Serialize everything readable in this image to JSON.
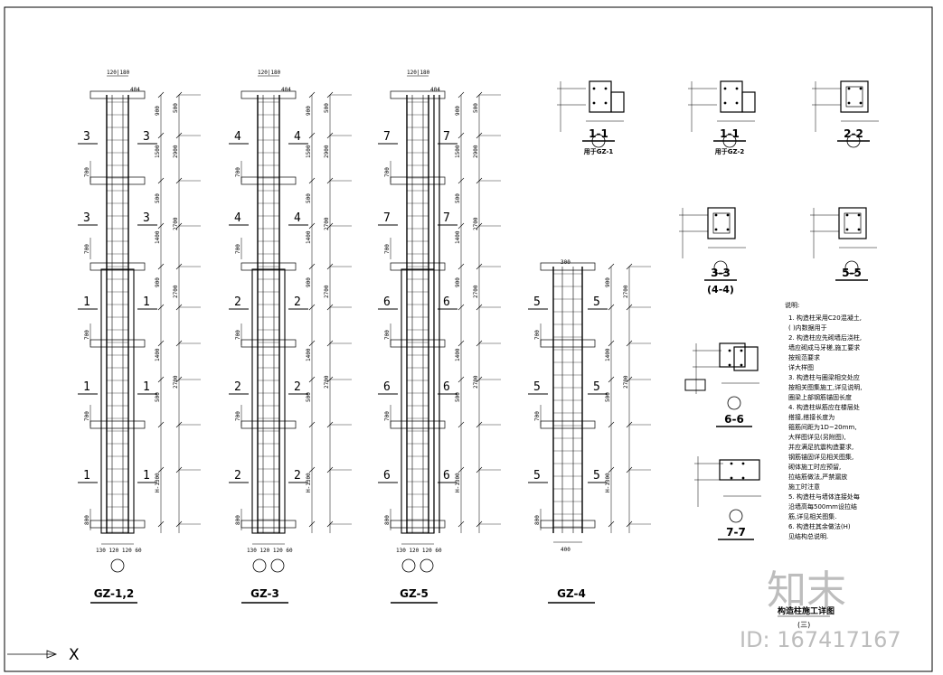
{
  "columns": [
    {
      "name": "GZ-1,2",
      "marks": [
        "3",
        "3",
        "1",
        "1",
        "1"
      ],
      "circles": 1
    },
    {
      "name": "GZ-3",
      "marks": [
        "4",
        "4",
        "2",
        "2",
        "2"
      ],
      "circles": 2
    },
    {
      "name": "GZ-5",
      "marks": [
        "7",
        "7",
        "6",
        "6",
        "6"
      ],
      "circles": 2
    },
    {
      "name": "GZ-4",
      "marks": [
        "5",
        "5",
        "5"
      ],
      "circles": 0
    }
  ],
  "dims": {
    "floor_a": [
      "900",
      "1500",
      "500"
    ],
    "floor_b": [
      "1400",
      "500"
    ],
    "total_a": [
      "500",
      "2900",
      "2700"
    ],
    "h_label": "H-1300",
    "bottom": [
      "130",
      "120",
      "120",
      "60"
    ],
    "top_a": "120",
    "top_b": "180",
    "side": "404",
    "width4": "400"
  },
  "sections": [
    {
      "id": "s1a",
      "title": "1-1",
      "sub": "用于GZ-1"
    },
    {
      "id": "s1b",
      "title": "1-1",
      "sub": "用于GZ-2"
    },
    {
      "id": "s22",
      "title": "2-2",
      "sub": ""
    },
    {
      "id": "s33",
      "title": "3-3",
      "sub": "(4-4)"
    },
    {
      "id": "s55",
      "title": "5-5",
      "sub": ""
    },
    {
      "id": "s66",
      "title": "6-6",
      "sub": ""
    },
    {
      "id": "s77",
      "title": "7-7",
      "sub": ""
    }
  ],
  "notes_title": "说明:",
  "notes": [
    "1. 构造柱采用C20混凝土,",
    "   ( )内数据用于",
    "2. 构造柱应先砌墙后浇柱,",
    "   墙应砌成马牙槎,施工要求",
    "   按规范要求",
    "   详大样图",
    "3. 构造柱与圈梁相交处应",
    "   按相关图集施工,详见说明,",
    "   圈梁上部钢筋锚固长度",
    "4. 构造柱纵筋应在楼层处",
    "   搭接,搭接长度为",
    "   箍筋间距为1D~20mm,",
    "   大样图详见(另附图),",
    "   并应满足抗震构造要求,",
    "   钢筋锚固详见相关图集,",
    "   砌体施工时应预留,",
    "   拉结筋做法,严禁漏放",
    "   施工时注意",
    "5. 构造柱与墙体连接处每",
    "   沿墙高每500mm设拉结",
    "   筋,详见相关图集.",
    "6. 构造柱其余做法(H)",
    "   见结构总说明."
  ],
  "sheet_title": "构造柱施工详图",
  "sheet_sub": "(三)",
  "watermark": "知末",
  "watermark_id": "ID: 167417167",
  "axis_label": "X"
}
